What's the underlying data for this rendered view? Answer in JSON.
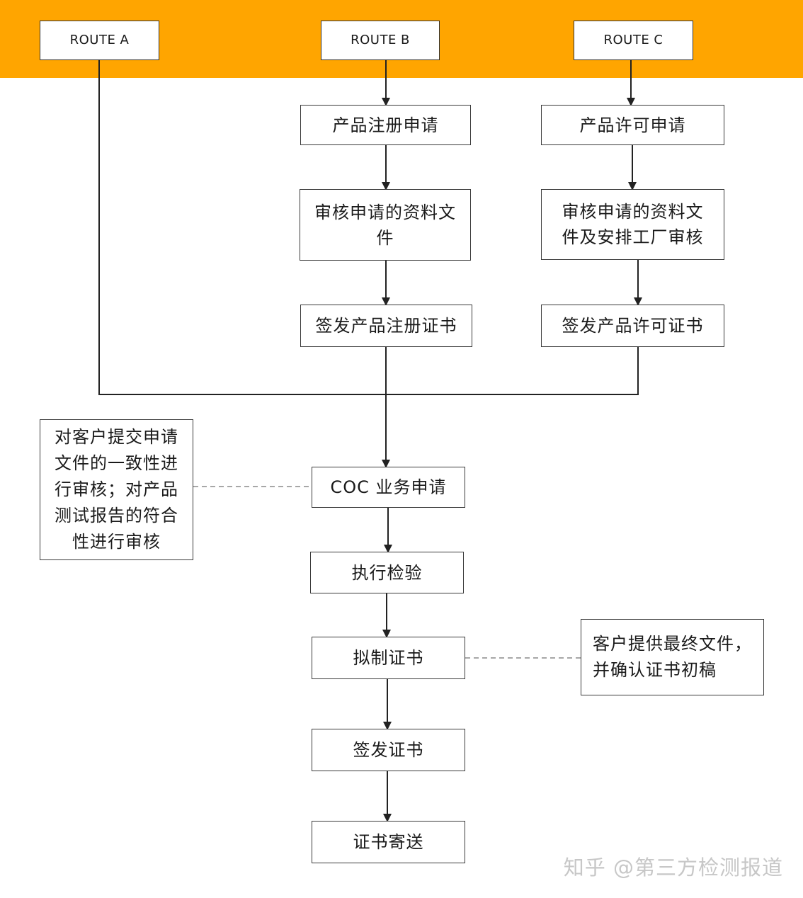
{
  "colors": {
    "band": "#FFA500",
    "line": "#222222",
    "dashed": "#8a8a8a"
  },
  "routes": {
    "a": "ROUTE A",
    "b": "ROUTE B",
    "c": "ROUTE C"
  },
  "route_b": {
    "step1": "产品注册申请",
    "step2": "审核申请的资料文件",
    "step3": "签发产品注册证书"
  },
  "route_c": {
    "step1": "产品许可申请",
    "step2": "审核申请的资料文件及安排工厂审核",
    "step3": "签发产品许可证书"
  },
  "main": {
    "coc": "COC 业务申请",
    "inspect": "执行检验",
    "draft": "拟制证书",
    "issue": "签发证书",
    "mail": "证书寄送"
  },
  "notes": {
    "left": "对客户提交申请文件的一致性进行审核；对产品测试报告的符合性进行审核",
    "right": "客户提供最终文件，并确认证书初稿"
  },
  "watermark": "知乎 @第三方检测报道"
}
